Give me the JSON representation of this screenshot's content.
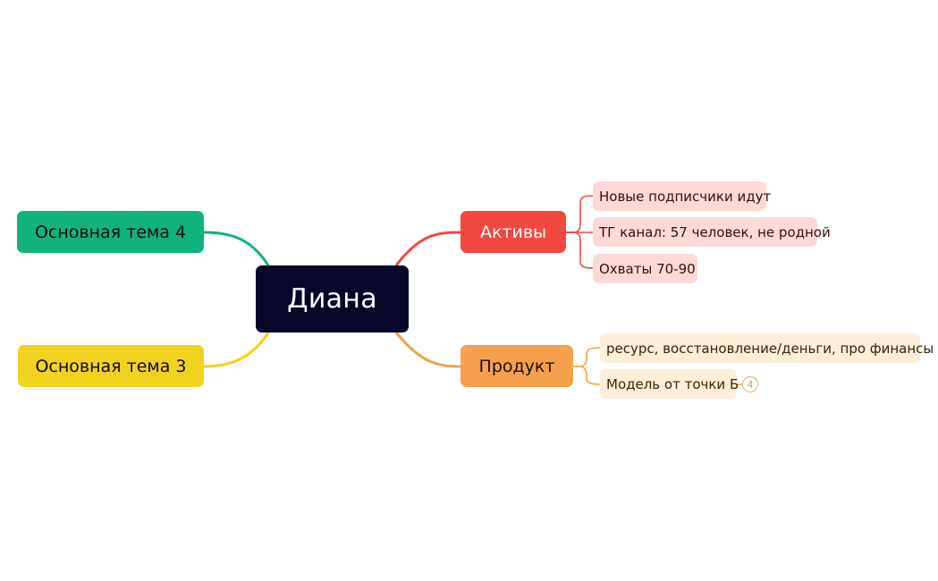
{
  "mindmap": {
    "central": {
      "label": "Диана",
      "color": "#07072a"
    },
    "branches": {
      "aktivy": {
        "label": "Активы",
        "color": "#f2483f",
        "children": [
          "Новые подписчики идут",
          "ТГ канал: 57 человек, не родной",
          "Охваты 70-90"
        ]
      },
      "produkt": {
        "label": "Продукт",
        "color": "#f5a04c",
        "children": [
          "ресурс, восстановление/деньги, про финансы",
          "Модель от точки Б"
        ],
        "collapsed_count": "4"
      },
      "tema4": {
        "label": "Основная тема 4",
        "color": "#12b27c"
      },
      "tema3": {
        "label": "Основная тема 3",
        "color": "#f0d21f"
      }
    }
  }
}
